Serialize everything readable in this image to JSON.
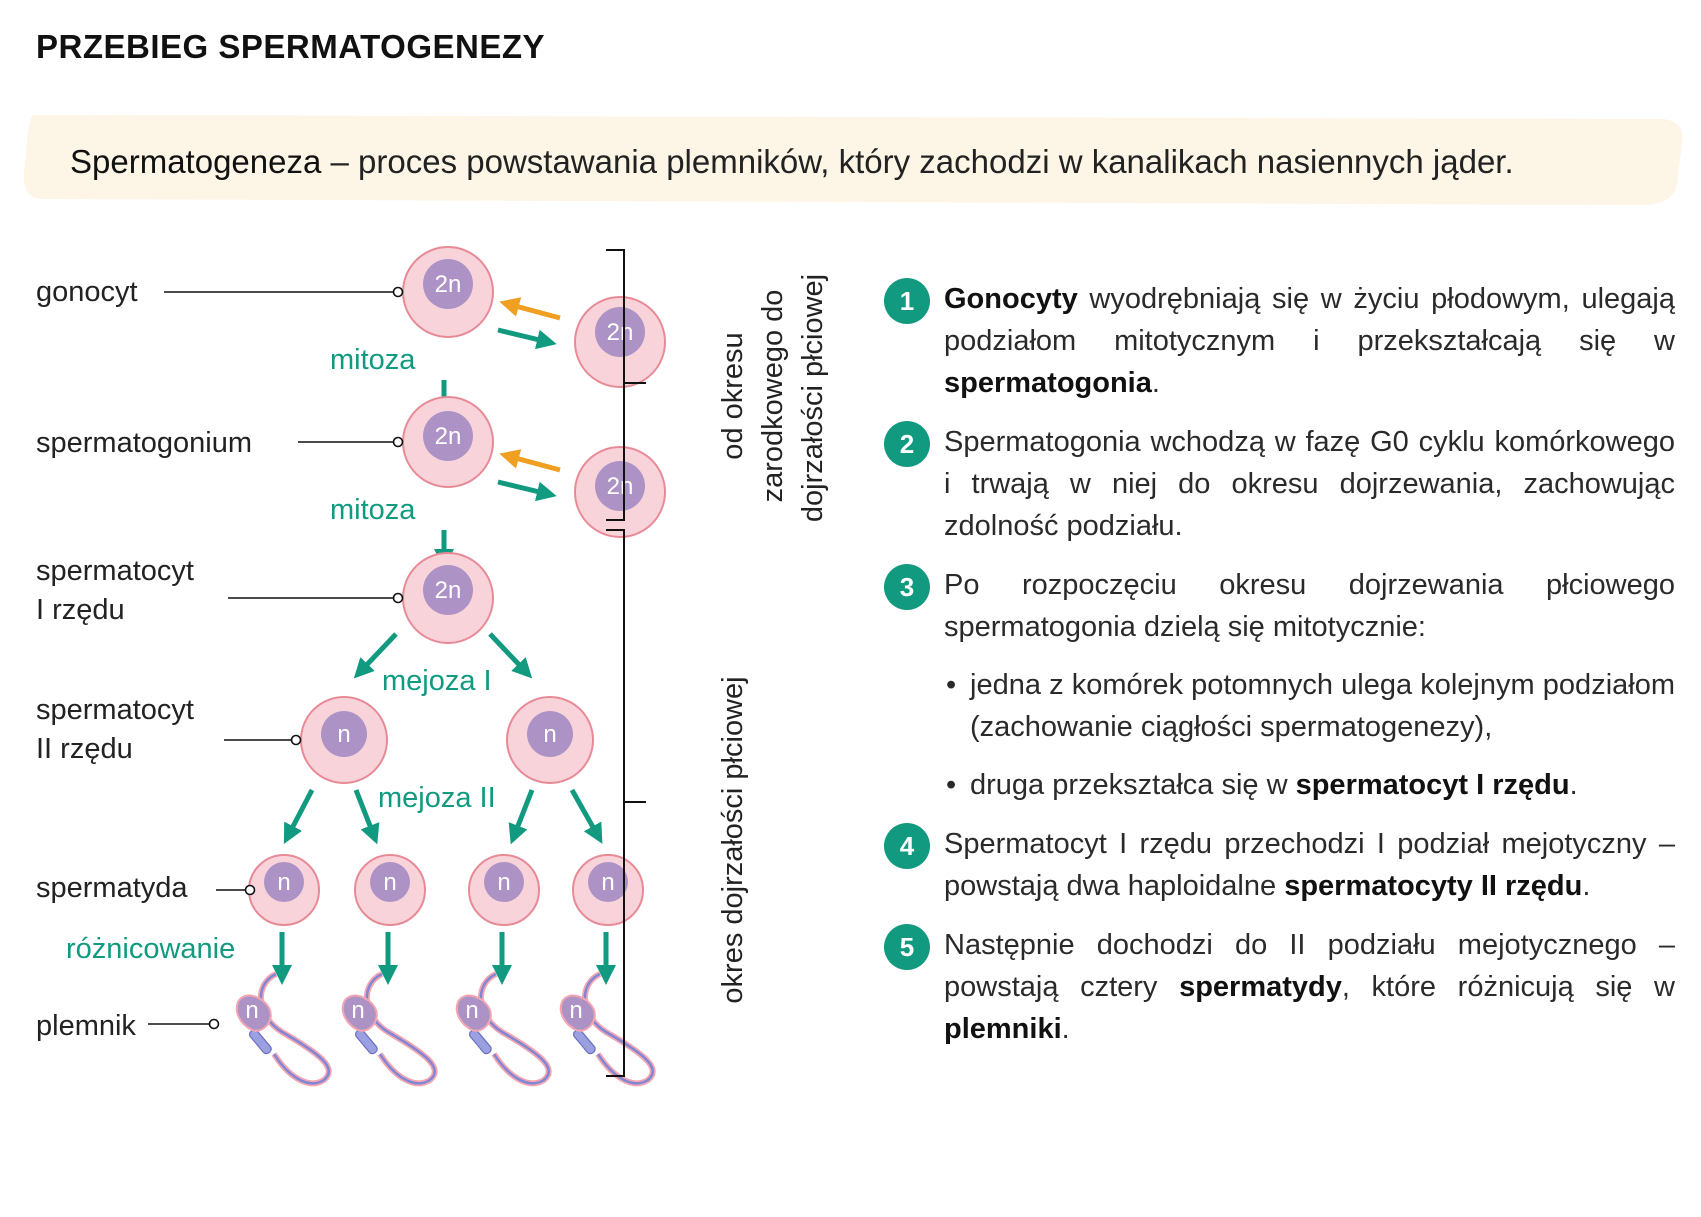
{
  "title": "PRZEBIEG SPERMATOGENEZY",
  "definition": {
    "term": "Spermatogeneza",
    "text": " – proces powstawania plemników, który zachodzi w kanalikach nasiennych jąder."
  },
  "colors": {
    "accent": "#119a80",
    "orange_arrow": "#f0a020",
    "cell_fill": "#f8d4da",
    "cell_border": "#e88a96",
    "nucleus": "#ad92c6",
    "banner_bg": "#fdf5e6"
  },
  "diagram": {
    "labels": {
      "gonocyt": "gonocyt",
      "spermatogonium": "spermatogonium",
      "spermatocyt1_a": "spermatocyt",
      "spermatocyt1_b": "I rzędu",
      "spermatocyt2_a": "spermatocyt",
      "spermatocyt2_b": "II rzędu",
      "spermatyda": "spermatyda",
      "plemnik": "plemnik"
    },
    "processes": {
      "mitoza1": "mitoza",
      "mitoza2": "mitoza",
      "mejoza1": "mejoza I",
      "mejoza2": "mejoza II",
      "roznicowanie": "różnicowanie"
    },
    "ploidy": {
      "diploid": "2n",
      "haploid": "n"
    },
    "periods": {
      "embryonic_line1": "od okresu",
      "embryonic_line2": "zarodkowego do",
      "embryonic_line3": "dojrzałości płciowej",
      "maturity": "okres dojrzałości płciowej"
    }
  },
  "steps": [
    {
      "number": "1",
      "parts": [
        {
          "bold": true,
          "text": "Gonocyty"
        },
        {
          "bold": false,
          "text": " wyodrębniają się w życiu płodowym, ulegają podziałom mitotycznym i przekształcają się w "
        },
        {
          "bold": true,
          "text": "spermatogonia"
        },
        {
          "bold": false,
          "text": "."
        }
      ]
    },
    {
      "number": "2",
      "parts": [
        {
          "bold": false,
          "text": "Spermatogonia wchodzą w fazę G0 cyklu komórkowego i trwają w niej do okresu dojrzewania, zachowując zdolność podziału."
        }
      ]
    },
    {
      "number": "3",
      "parts": [
        {
          "bold": false,
          "text": "Po rozpoczęciu okresu dojrzewania płciowego spermatogonia dzielą się mitotycznie:"
        }
      ],
      "bullets": [
        [
          {
            "bold": false,
            "text": "jedna z komórek potomnych ulega kolejnym podziałom (zachowanie ciągłości spermatogenezy),"
          }
        ],
        [
          {
            "bold": false,
            "text": "druga przekształca się w "
          },
          {
            "bold": true,
            "text": "spermatocyt I rzędu"
          },
          {
            "bold": false,
            "text": "."
          }
        ]
      ]
    },
    {
      "number": "4",
      "parts": [
        {
          "bold": false,
          "text": "Spermatocyt I rzędu przechodzi I podział mejotyczny – powstają dwa haploidalne "
        },
        {
          "bold": true,
          "text": "spermatocyty II rzędu"
        },
        {
          "bold": false,
          "text": "."
        }
      ]
    },
    {
      "number": "5",
      "parts": [
        {
          "bold": false,
          "text": "Następnie dochodzi do II podziału mejotycznego – powstają cztery "
        },
        {
          "bold": true,
          "text": "spermatydy"
        },
        {
          "bold": false,
          "text": ", które różnicują się w "
        },
        {
          "bold": true,
          "text": "plemniki"
        },
        {
          "bold": false,
          "text": "."
        }
      ]
    }
  ]
}
